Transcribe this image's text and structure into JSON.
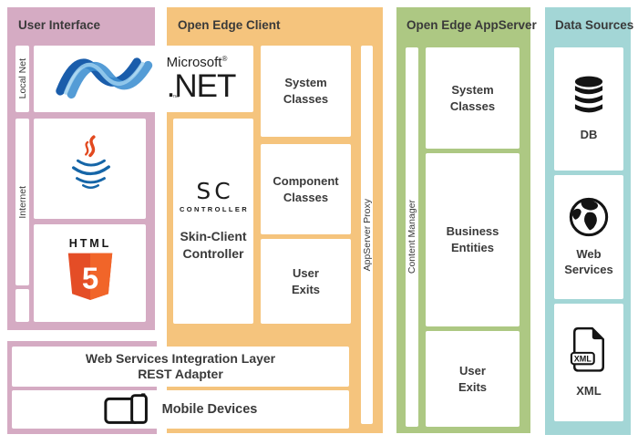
{
  "theme": {
    "pink": "#d5abc3",
    "orange": "#f5c47d",
    "green": "#adc883",
    "teal": "#a3d6d6",
    "text_dark": "#3a3a3a",
    "ink": "#141414",
    "dotnet_blue_dark": "#1a5dab",
    "dotnet_blue_mid": "#3c8ed0",
    "dotnet_blue_light": "#9ed0ee",
    "java_red": "#e2491f",
    "java_blue": "#1565a7",
    "html5_orange_dark": "#e44d26",
    "html5_orange_light": "#f16529"
  },
  "user_interface": {
    "title": "User Interface",
    "rails": {
      "local_net": "Local Net",
      "internet": "Internet"
    },
    "dotnet_logo": {
      "brand": "Microsoft",
      "registered": "®",
      "product": ".NET",
      "trademark": "™"
    },
    "html5_logo": {
      "word": "HTML",
      "digit": "5"
    }
  },
  "open_edge_client": {
    "title": "Open Edge Client",
    "sc_logo": {
      "initials": "SC",
      "caption": "CONTROLLER"
    },
    "skin_client_controller": [
      "Skin-Client",
      "Controller"
    ],
    "system_classes": [
      "System",
      "Classes"
    ],
    "component_classes": [
      "Component",
      "Classes"
    ],
    "user_exits": [
      "User",
      "Exits"
    ],
    "appserver_proxy_rail": "AppServer Proxy"
  },
  "open_edge_appserver": {
    "title": "Open Edge AppServer",
    "content_manager_rail": "Content Manager",
    "system_classes": [
      "System",
      "Classes"
    ],
    "business_entities": [
      "Business",
      "Entities"
    ],
    "user_exits": [
      "User",
      "Exits"
    ]
  },
  "data_sources": {
    "title": "Data Sources",
    "db_label": "DB",
    "web_services": [
      "Web",
      "Services"
    ],
    "xml_label": "XML",
    "xml_icon_tag": "XML"
  },
  "bottom": {
    "integration_layer": [
      "Web Services Integration Layer",
      "REST Adapter"
    ],
    "mobile_devices": "Mobile Devices"
  },
  "icons": {
    "dotnet": "dotnet-wave-icon",
    "java": "java-coffee-cup-icon",
    "html5": "html5-shield-icon",
    "db": "database-cylinder-icon",
    "web_services": "globe-icon",
    "xml": "xml-document-icon",
    "mobile_devices": "tablet-phone-icon"
  }
}
